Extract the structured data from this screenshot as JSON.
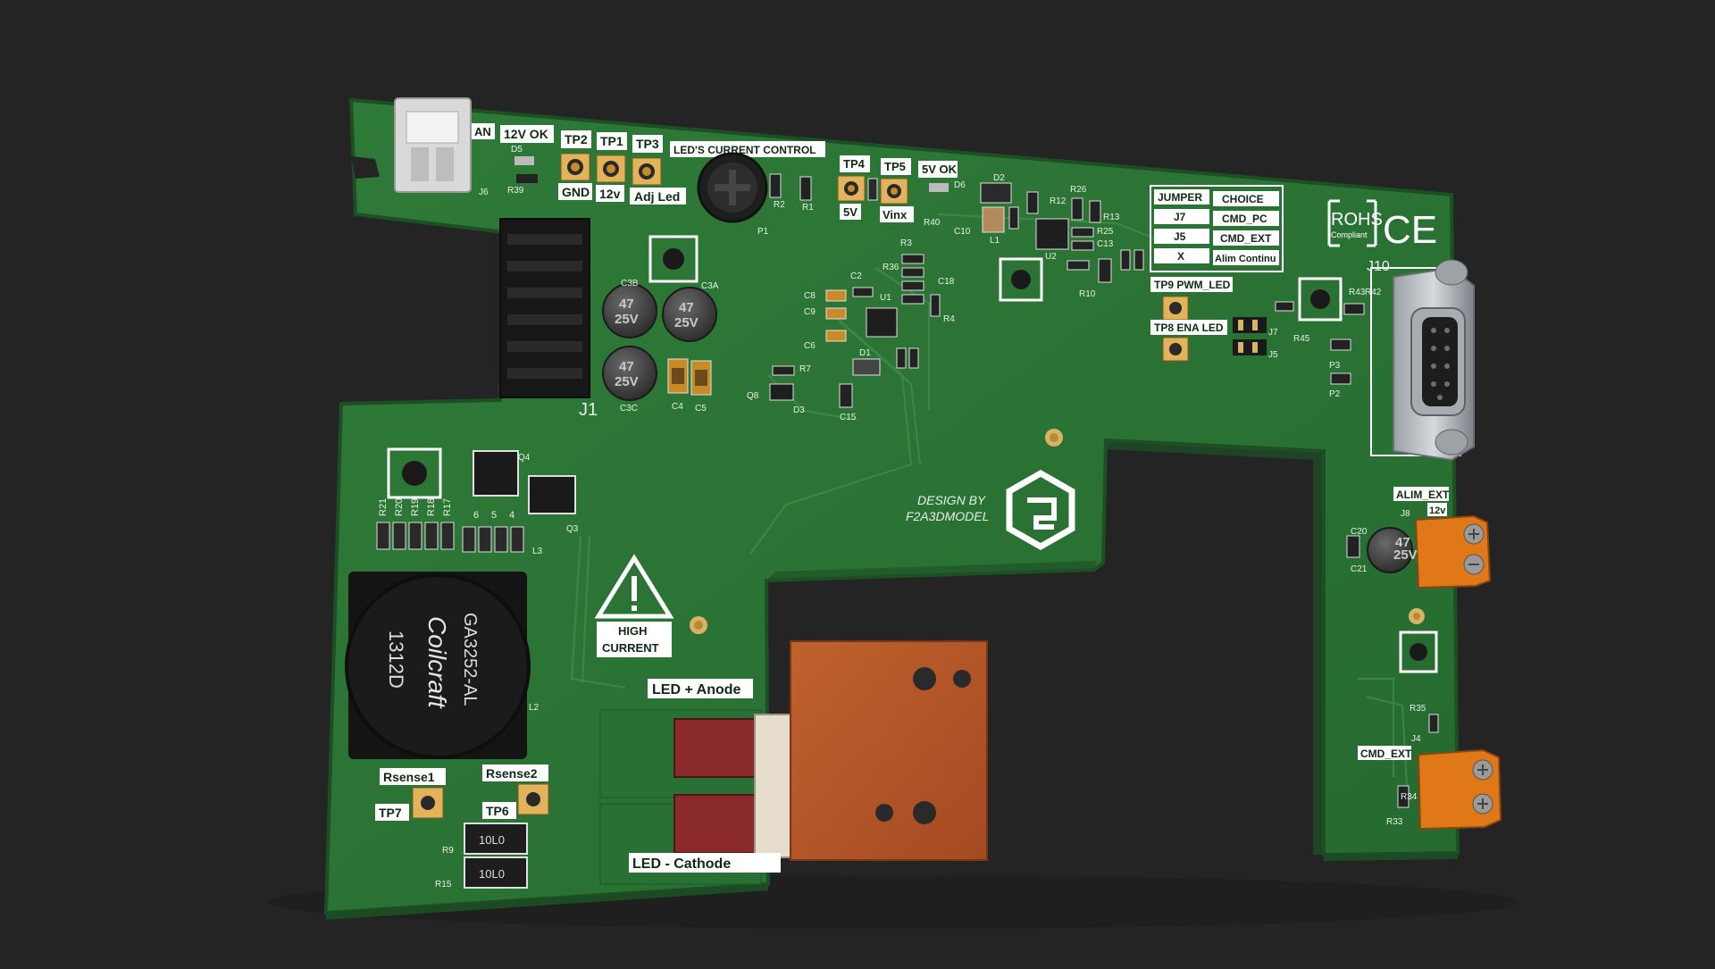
{
  "labels": {
    "an": "AN",
    "ok12v": "12V OK",
    "tp2": "TP2",
    "tp1": "TP1",
    "tp3": "TP3",
    "led_current_control": "LED'S CURRENT CONTROL",
    "gnd": "GND",
    "v12": "12v",
    "adj_led": "Adj Led",
    "tp4": "TP4",
    "tp5": "TP5",
    "ok5v": "5V OK",
    "v5": "5V",
    "vinx": "Vinx",
    "tp9": "TP9 PWM_LED",
    "tp8": "TP8 ENA LED",
    "alim_ext": "ALIM_EXT",
    "v12b": "12v",
    "cmd_ext": "CMD_EXT",
    "high": "HIGH",
    "current": "CURRENT",
    "led_anode": "LED + Anode",
    "led_cathode": "LED - Cathode",
    "rsense1": "Rsense1",
    "rsense2": "Rsense2",
    "tp7": "TP7",
    "tp6": "TP6",
    "design_by": "DESIGN BY",
    "f2a3dmodel": "F2A3DMODEL",
    "rohs": "ROHS",
    "compliant": "Compliant",
    "ce": "CE"
  },
  "jumper_table": {
    "header": [
      "JUMPER",
      "CHOICE"
    ],
    "rows": [
      [
        "J7",
        "CMD_PC"
      ],
      [
        "J5",
        "CMD_EXT"
      ],
      [
        "X",
        "Alim Continu"
      ]
    ]
  },
  "inductor": {
    "brand": "Coilcraft",
    "part": "GA3252-AL",
    "code": "1312D"
  },
  "capacitor": {
    "value": "47",
    "voltage": "25V"
  },
  "resistor_value": "10L0",
  "refdes": {
    "j1": "J1",
    "j6": "J6",
    "j10": "J10",
    "j8": "J8",
    "j4": "J4",
    "j7": "J7",
    "j5": "J5",
    "l2": "L2",
    "l3": "L3",
    "l1": "L1",
    "q3": "Q3",
    "q4": "Q4",
    "q8": "Q8",
    "u1": "U1",
    "u2": "U2",
    "d1": "D1",
    "d2": "D2",
    "d3": "D3",
    "d5": "D5",
    "d6": "D6",
    "p1": "P1",
    "p2": "P2",
    "p3": "P3",
    "c3b": "C3B",
    "c3a": "C3A",
    "c3c": "C3C",
    "c4": "C4",
    "c5": "C5",
    "c2": "C2",
    "c6": "C6",
    "c8": "C8",
    "c9": "C9",
    "c10": "C10",
    "c13": "C13",
    "c15": "C15",
    "c18": "C18",
    "c20": "C20",
    "c21": "C21",
    "r1": "R1",
    "r2": "R2",
    "r3": "R3",
    "r4": "R4",
    "r7": "R7",
    "r9": "R9",
    "r10": "R10",
    "r12": "R12",
    "r13": "R13",
    "r15": "R15",
    "r17": "R17",
    "r18": "R18",
    "r19": "R19",
    "r20": "R20",
    "r21": "R21",
    "r25": "R25",
    "r26": "R26",
    "r33": "R33",
    "r34": "R34",
    "r35": "R35",
    "r36": "R36",
    "r39": "R39",
    "r40": "R40",
    "r42": "R42",
    "r43": "R43",
    "r45": "R45",
    "n4": "4",
    "n5": "5",
    "n6": "6"
  },
  "colors": {
    "background": "#242424",
    "pcb": "#2f7a3a",
    "pcb_edge": "#1f5628",
    "silkscreen": "#ffffff",
    "copper_pad": "#c98a2a",
    "terminal_orange": "#e07818",
    "heatsink": "#b4552a"
  }
}
